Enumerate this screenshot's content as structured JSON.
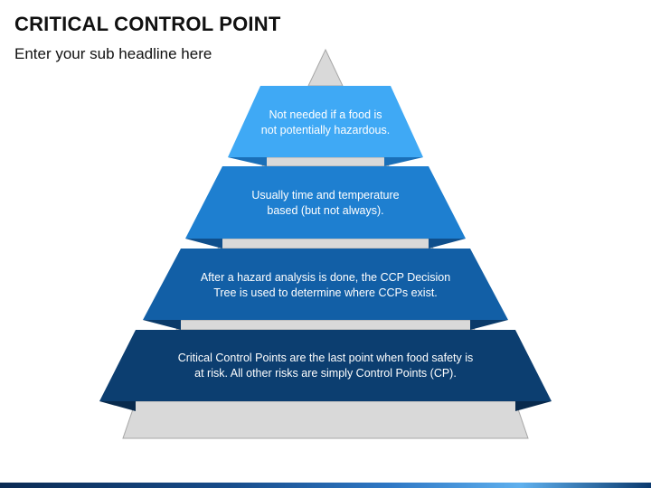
{
  "header": {
    "title": "CRITICAL CONTROL POINT",
    "subtitle": "Enter your sub headline here"
  },
  "pyramid": {
    "levels": [
      {
        "text_line1": "Not needed if a food is",
        "text_line2": "not potentially hazardous.",
        "color": "#3fa9f5"
      },
      {
        "text_line1": "Usually time and temperature",
        "text_line2": "based (but not always).",
        "color": "#1e7fd0"
      },
      {
        "text_line1": "After a hazard analysis is done, the CCP Decision",
        "text_line2": "Tree is used to determine where CCPs exist.",
        "color": "#125fa6"
      },
      {
        "text_line1": "Critical Control Points are the last point when food safety is",
        "text_line2": "at risk. All other risks are simply Control Points (CP).",
        "color": "#0c3e70"
      }
    ],
    "base_color": "#d9d9d9"
  }
}
